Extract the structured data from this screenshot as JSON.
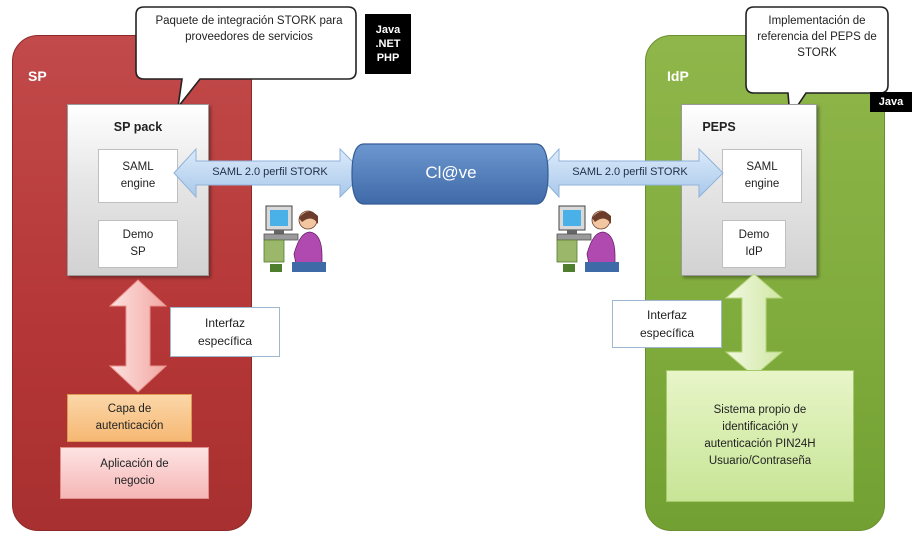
{
  "sp": {
    "title": "SP",
    "pack_title": "SP pack",
    "saml_engine": "SAML engine",
    "demo": "Demo SP",
    "capa": "Capa de autenticación",
    "aplicacion": "Aplicación de negocio"
  },
  "idp": {
    "title": "IdP",
    "pack_title": "PEPS",
    "saml_engine": "SAML engine",
    "demo": "Demo IdP",
    "sistema": "Sistema propio de identificación y autenticación PIN24H Usuario/Contraseña"
  },
  "bubbles": {
    "left": "Paquete de integración STORK para proveedores de servicios",
    "right": "Implementación de referencia del PEPS de STORK"
  },
  "tags": {
    "left": "Java .NET PHP",
    "right": "Java"
  },
  "arrows": {
    "left_label": "SAML 2.0 perfil STORK",
    "right_label": "SAML 2.0 perfil STORK"
  },
  "center": {
    "label": "Cl@ve"
  },
  "interfaces": {
    "left": "Interfaz específica",
    "right": "Interfaz específica"
  },
  "colors": {
    "sp_panel": "#b53636",
    "idp_panel": "#7fab3c",
    "clave": "#4a78b5",
    "arrow": "#b9d3ee",
    "pink_arrow": "#f4b1ae",
    "green_arrow": "#d7ecad"
  }
}
